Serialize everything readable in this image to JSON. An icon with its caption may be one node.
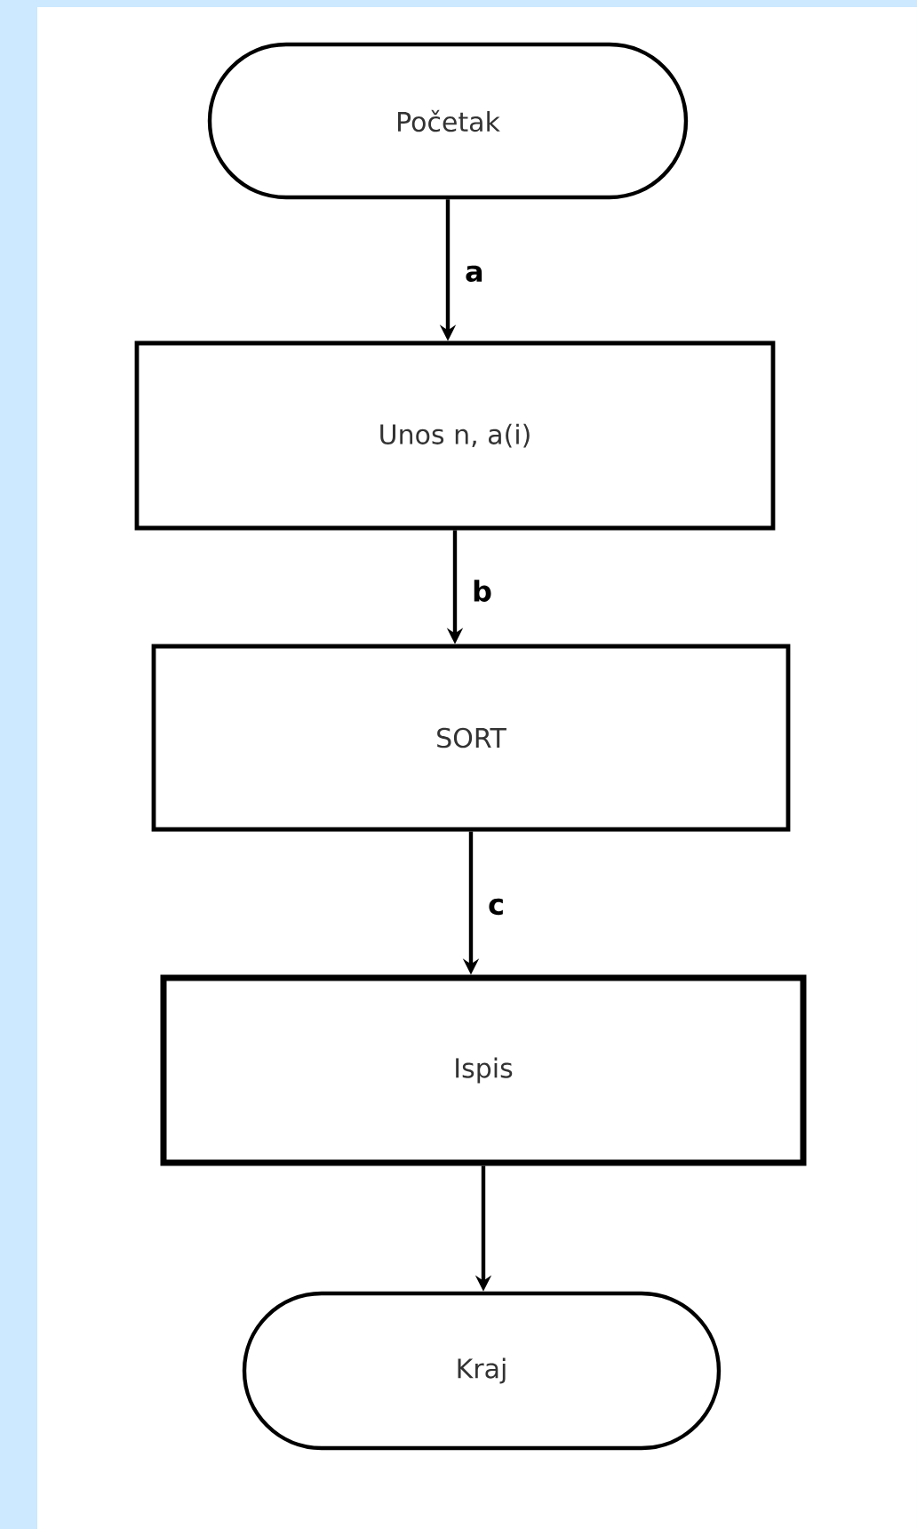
{
  "diagram": {
    "nodes": [
      {
        "text": [
          "Početak"
        ]
      },
      {
        "text": [
          "Unos n, a(i)"
        ]
      },
      {
        "text": [
          "SORT"
        ]
      },
      {
        "text": [
          "Ispis"
        ]
      },
      {
        "text": [
          "Kraj"
        ]
      }
    ],
    "edges": [
      {
        "from": 0,
        "to": 1,
        "arrow": "to",
        "label": "a"
      },
      {
        "from": 1,
        "to": 2,
        "arrow": "to",
        "label": "b"
      },
      {
        "from": 2,
        "to": 3,
        "arrow": "to",
        "label": "c"
      },
      {
        "from": 3,
        "to": 4,
        "arrow": "to"
      }
    ]
  }
}
